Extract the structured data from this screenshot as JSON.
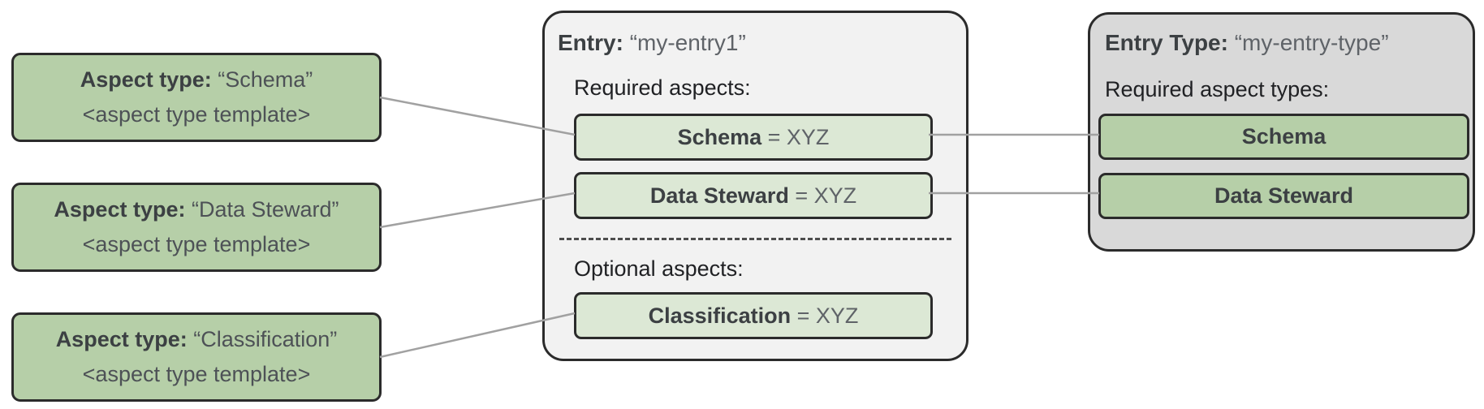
{
  "colors": {
    "aspect_green": "#b6cfa8",
    "aspect_green_light": "#dce8d5",
    "entry_panel_bg": "#f2f2f2",
    "entry_type_panel_bg": "#d9d9d9",
    "border_dark": "#2b2b2b",
    "connector_gray": "#a1a1a1",
    "dash_gray": "#4d4d4d",
    "text_dark": "#3c4043",
    "text_mid": "#4d5156",
    "text_gray": "#5f6368",
    "text_near_black": "#202124"
  },
  "aspect_type_boxes": [
    {
      "label_bold": "Aspect type:",
      "label_value": "“Schema”",
      "template": "<aspect type template>"
    },
    {
      "label_bold": "Aspect type:",
      "label_value": "“Data Steward”",
      "template": "<aspect type template>"
    },
    {
      "label_bold": "Aspect type:",
      "label_value": "“Classification”",
      "template": "<aspect type template>"
    }
  ],
  "entry_panel": {
    "title_bold": "Entry:",
    "title_value": "“my-entry1”",
    "required_label": "Required aspects:",
    "required_aspects": [
      {
        "name": "Schema",
        "suffix": " = XYZ"
      },
      {
        "name": "Data Steward",
        "suffix": " = XYZ"
      }
    ],
    "optional_label": "Optional aspects:",
    "optional_aspects": [
      {
        "name": "Classification",
        "suffix": " = XYZ"
      }
    ]
  },
  "entry_type_panel": {
    "title_bold": "Entry Type:",
    "title_value": "“my-entry-type”",
    "required_label": "Required aspect types:",
    "aspect_types": [
      {
        "name": "Schema"
      },
      {
        "name": "Data Steward"
      }
    ]
  }
}
